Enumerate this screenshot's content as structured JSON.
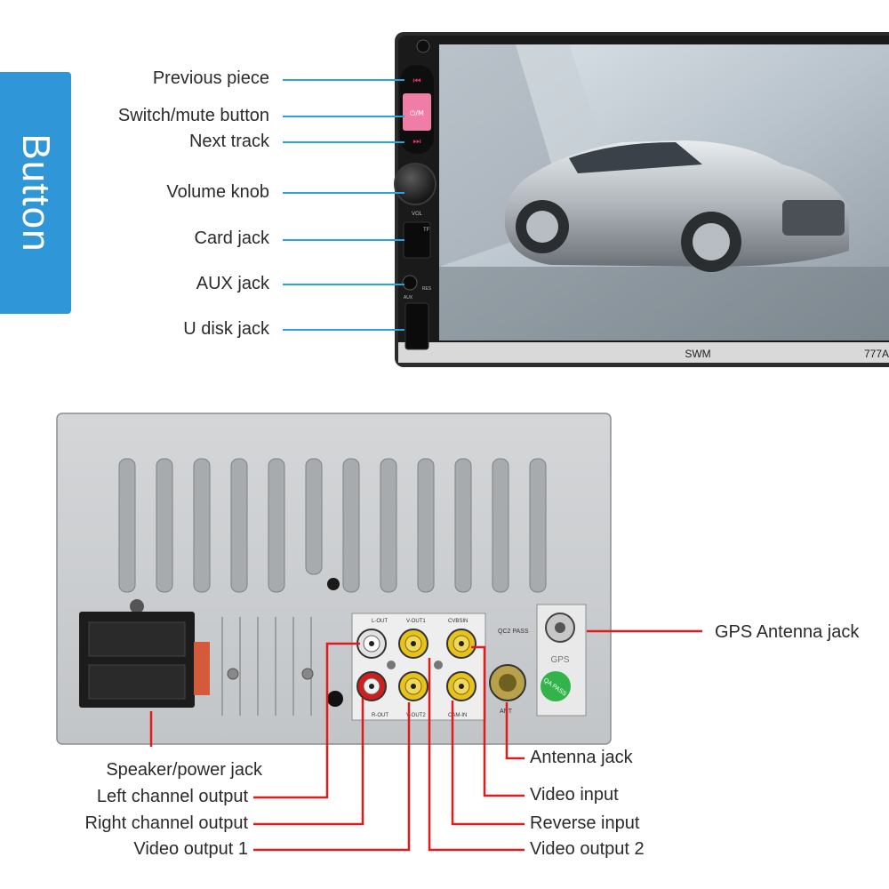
{
  "side_tab": {
    "label": "Button"
  },
  "head_unit": {
    "brand": "SWM",
    "model": "777A",
    "panel_marks": {
      "mute": "⏻/M",
      "vol": "VOL",
      "tf": "TF",
      "aux": "AUX",
      "res": "RES"
    }
  },
  "top_callouts": [
    "Previous piece",
    "Switch/mute button",
    "Next track",
    "Volume knob",
    "Card jack",
    "AUX jack",
    "U disk jack"
  ],
  "rear_panel": {
    "port_marks": {
      "l_out": "L-OUT",
      "v_out1": "V-OUT1",
      "cvbs_in": "CVBSIN",
      "r_out": "R-OUT",
      "v_out2": "V-OUT2",
      "cam_in": "CAM-IN",
      "qc": "QC2 PASS",
      "ant": "ANT",
      "gps": "GPS",
      "sticker": "QA PASS"
    },
    "callouts": {
      "gps": "GPS  Antenna jack",
      "speaker": "Speaker/power jack",
      "left": "Left channel output",
      "right": "Right channel output",
      "vout1": "Video output 1",
      "antenna": "Antenna jack",
      "vin": "Video input",
      "reverse": "Reverse input",
      "vout2": "Video output 2"
    }
  },
  "colors": {
    "tab_blue": "#2f96d8",
    "leader_blue": "#2aa3df",
    "leader_red": "#e01b1b",
    "rca_red": "#d21d1d",
    "rca_yellow": "#e7c21a"
  }
}
